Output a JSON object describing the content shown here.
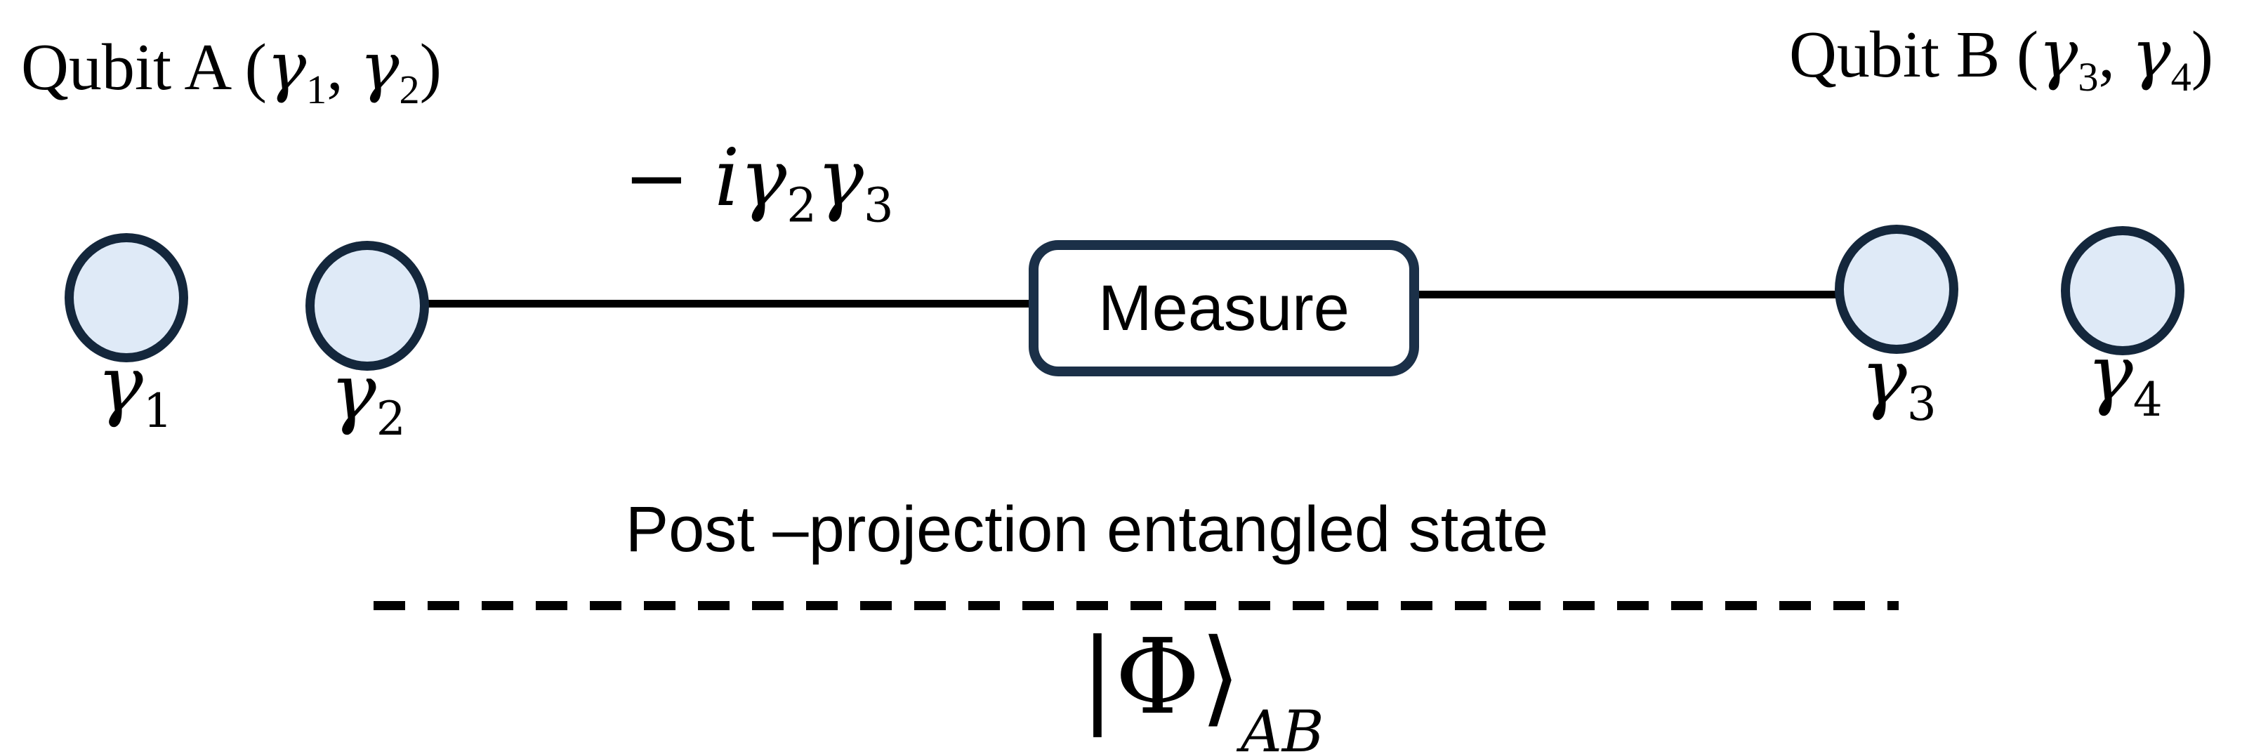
{
  "colors": {
    "background": "#ffffff",
    "node_fill": "#dfeaf7",
    "node_border": "#14273c",
    "box_border": "#1b3048",
    "wire": "#000000",
    "text": "#000000"
  },
  "qubit_a_title": {
    "prefix": "Qubit A (",
    "gamma1": {
      "base": "γ",
      "sub": "1"
    },
    "separator": ", ",
    "gamma2": {
      "base": "γ",
      "sub": "2"
    },
    "suffix": ")"
  },
  "qubit_b_title": {
    "prefix": "Qubit B (",
    "gamma3": {
      "base": "γ",
      "sub": "3"
    },
    "separator": ", ",
    "gamma4": {
      "base": "γ",
      "sub": "4"
    },
    "suffix": ")"
  },
  "coupling_label": {
    "prefix": "− i",
    "gamma2": {
      "base": "γ",
      "sub": "2"
    },
    "gamma3": {
      "base": "γ",
      "sub": "3"
    }
  },
  "measure_box": {
    "label": "Measure"
  },
  "nodes": [
    {
      "name": "gamma1",
      "label_base": "γ",
      "label_sub": "1"
    },
    {
      "name": "gamma2",
      "label_base": "γ",
      "label_sub": "2"
    },
    {
      "name": "gamma3",
      "label_base": "γ",
      "label_sub": "3"
    },
    {
      "name": "gamma4",
      "label_base": "γ",
      "label_sub": "4"
    }
  ],
  "post_projection": {
    "label": "Post –projection entangled state"
  },
  "entangled_state": {
    "ket_symbol": "|Φ⟩",
    "subscript": "AB"
  }
}
